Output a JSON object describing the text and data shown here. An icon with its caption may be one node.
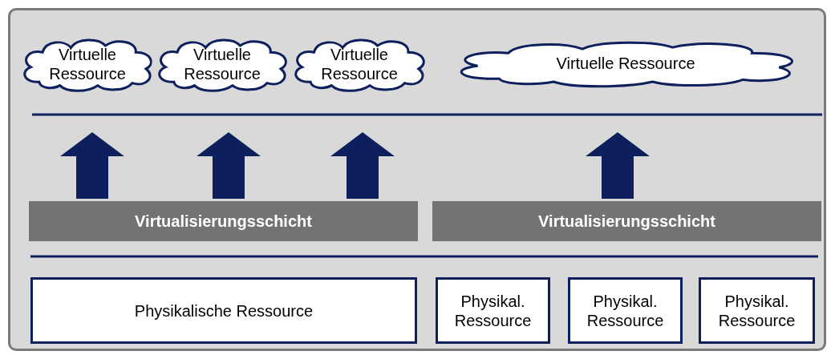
{
  "diagram": {
    "nodes": [
      {
        "text": [],
        "shape": "box"
      },
      {
        "text": [
          "Virtuelle Ressource"
        ],
        "in": 0
      },
      {
        "text": [
          "Virtuelle Ressource"
        ],
        "in": 0
      },
      {
        "text": [
          "Virtuelle Ressource"
        ],
        "in": 0
      },
      {
        "text": [
          "Virtuelle Ressource"
        ],
        "in": 0
      },
      {
        "text": [
          "Virtualisierungsschicht"
        ],
        "in": 0
      },
      {
        "text": [
          "Virtualisierungsschicht"
        ],
        "in": 0
      },
      {
        "text": [
          "Physikalische Ressource"
        ],
        "in": 0
      },
      {
        "text": [
          "Physikal. Ressource"
        ],
        "in": 0
      },
      {
        "text": [
          "Physikal. Ressource"
        ],
        "in": 0
      },
      {
        "text": [
          "Physikal. Ressource"
        ],
        "in": 0
      }
    ],
    "edges": [
      {
        "from": 5,
        "to": null,
        "arrow": "to",
        "style": "thick"
      },
      {
        "from": 5,
        "to": null,
        "arrow": "to",
        "style": "thick"
      },
      {
        "from": 5,
        "to": null,
        "arrow": "to",
        "style": "thick"
      },
      {
        "from": 6,
        "to": null,
        "arrow": "to",
        "style": "thick"
      }
    ]
  }
}
